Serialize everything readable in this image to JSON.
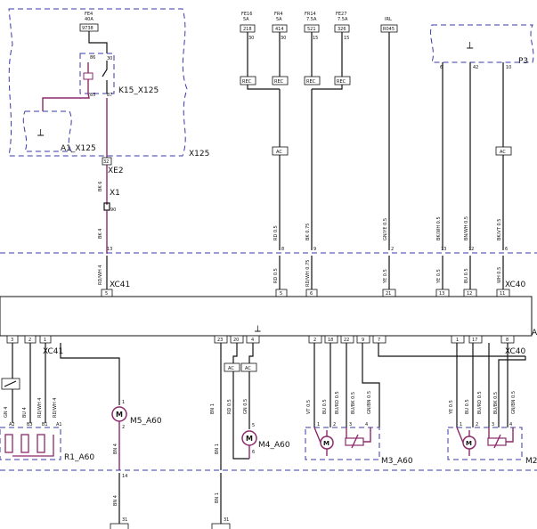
{
  "fuses": [
    {
      "name": "FE4",
      "rating": "40A",
      "code": "9738",
      "pin": "30"
    },
    {
      "name": "FE16",
      "rating": "5A",
      "code": "218",
      "pin": "30"
    },
    {
      "name": "FR4",
      "rating": "5A",
      "code": "414",
      "pin": "30"
    },
    {
      "name": "FR14",
      "rating": "7.5A",
      "code": "521",
      "pin": "15"
    },
    {
      "name": "FE27",
      "rating": "7.5A",
      "code": "326",
      "pin": "15"
    }
  ],
  "irl": {
    "label": "IRL",
    "code": "R045",
    "pin": "2"
  },
  "labels": {
    "k15": "K15_X125",
    "a1": "A1_X125",
    "x125": "X125",
    "xe2": "XE2",
    "x1": "X1",
    "p3": "P3",
    "xc41": "XC41",
    "xc40": "XC40",
    "a": "A",
    "m5": "M5_A60",
    "m4": "M4_A60",
    "m3": "M3_A60",
    "m2": "M2",
    "r1": "R1_A60"
  },
  "boxes": {
    "rec": "REC",
    "ac": "AC"
  },
  "relay_pins": {
    "p86": "86",
    "p30": "30",
    "p85": "85",
    "p87": "87"
  },
  "xe2_pin": "32",
  "x1_pin": "90",
  "p3_pins": {
    "a": "6",
    "b": "42",
    "c": "10"
  },
  "xc41_pins": {
    "top": "13",
    "bottom": "5"
  },
  "xc40_top": [
    "8",
    "9",
    "2",
    "13",
    "12",
    "6"
  ],
  "xc40_bot": [
    "5",
    "6",
    "21",
    "13",
    "12",
    "11"
  ],
  "xc41_low": [
    "3",
    "2",
    "1"
  ],
  "a_bottom": [
    "23",
    "20",
    "4",
    "2",
    "18",
    "22",
    "9",
    "7",
    "1",
    "17",
    "8"
  ],
  "r1_pins": [
    "A2",
    "B3",
    "B1",
    "A1"
  ],
  "motor_pins": {
    "m5a": "1",
    "m5b": "2",
    "m4a": "5",
    "m4b": "6",
    "m3": [
      "1",
      "2",
      "3",
      "4"
    ],
    "m2": [
      "1",
      "2",
      "3",
      "4"
    ]
  },
  "bottom_pins": {
    "a": "14",
    "b": "31",
    "c": "31"
  },
  "wires": {
    "bk6": "BK 6",
    "bk4a": "BK 4",
    "rdwh4": "RD/WH 4",
    "rd05a": "RD 0.5",
    "bk075": "BK 0.75",
    "gnye05": "GN/YE 0.5",
    "bkwh05": "BK/WH 0.5",
    "bnwh05": "BN/WH 0.5",
    "bkvt05": "BK/VT 0.5",
    "rd05b": "RD 0.5",
    "rdwh075": "RD/WH 0.75",
    "ye05a": "YE 0.5",
    "ye05b": "YE 0.5",
    "bu05a": "BU 0.5",
    "wh05": "WH 0.5",
    "gn4": "GN 4",
    "bu4": "BU 4",
    "rdwh4b": "RD/WH 4",
    "rdwh4c": "RD/WH 4",
    "bn1a": "BN 1",
    "rd05c": "RD 0.5",
    "gn05": "GN 0.5",
    "vt05": "VT 0.5",
    "bu05b": "BU 0.5",
    "burd05a": "BU/RD 0.5",
    "bubk05a": "BU/BK 0.5",
    "gnbn05a": "GN/BN 0.5",
    "ye05c": "YE 0.5",
    "bu05c": "BU 0.5",
    "burd05b": "BU/RD 0.5",
    "bubk05b": "BU/BK 0.5",
    "gnbn05b": "GN/BN 0.5",
    "bn4a": "BN 4",
    "bn4b": "BN 4",
    "bn1b": "BN 1",
    "bn1c": "BN 1"
  },
  "colors": {
    "wire": "#111111",
    "highlight": "#8b2a6a",
    "module": "#3a3aa8"
  }
}
